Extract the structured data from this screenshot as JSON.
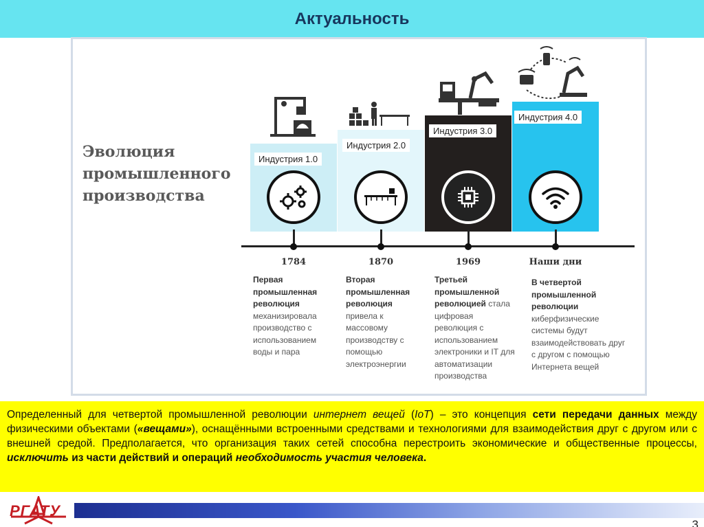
{
  "header": {
    "title": "Актуальность"
  },
  "infographic": {
    "title_line1": "Эволюция",
    "title_line2": "промышленного",
    "title_line3": "производства",
    "stages": [
      {
        "label": "Индустрия 1.0",
        "year": "1784",
        "desc_bold": "Первая промышленная революция",
        "desc": "механизировала производство с использованием воды и пара",
        "icon": "gears-icon",
        "box_color": "#cdeef6"
      },
      {
        "label": "Индустрия 2.0",
        "year": "1870",
        "desc_bold": "Вторая промышленная революция",
        "desc": "привела к массовому производству с помощью электроэнергии",
        "icon": "conveyor-icon",
        "box_color": "#e3f6fb"
      },
      {
        "label": "Индустрия 3.0",
        "year": "1969",
        "desc_bold": "Третьей промышленной революцией",
        "desc_bold_tail": " стала",
        "desc": "цифровая революция с использованием электроники и IT для автоматизации производства",
        "icon": "chip-icon",
        "box_color": "#231f1e"
      },
      {
        "label": "Индустрия 4.0",
        "year": "Наши дни",
        "desc_bold": "В четвертой промышленной революции",
        "desc": "киберфизические системы будут взаимодействовать друг с другом с помощью Интернета вещей",
        "icon": "wifi-icon",
        "box_color": "#27c3ee"
      }
    ]
  },
  "text_block": {
    "part1": "Определенный для четвертой промышленной революции ",
    "em1": "интернет вещей",
    "part2": " (",
    "em2": "IoT",
    "part3": ") – это концепция ",
    "bold1": "сети передачи данных",
    "part4": " между физическими объектами (",
    "bolditalic1": "«вещами»",
    "part5": "), оснащёнными встроенными средствами и технологиями для взаимодействия друг с другом или с внешней средой. Предполагается, что организация таких сетей способна перестроить экономические и общественные процессы, ",
    "bolditalic2": "исключить",
    "bold2": " из части действий и операций ",
    "bolditalic3": "необходимость участия человека",
    "bold3": "."
  },
  "footer": {
    "logo": "РГАТУ",
    "page_number": "3"
  },
  "colors": {
    "header_bg": "#66e4f0",
    "header_text": "#17365d",
    "highlight": "#ffff00",
    "logo_red": "#c51e24"
  }
}
